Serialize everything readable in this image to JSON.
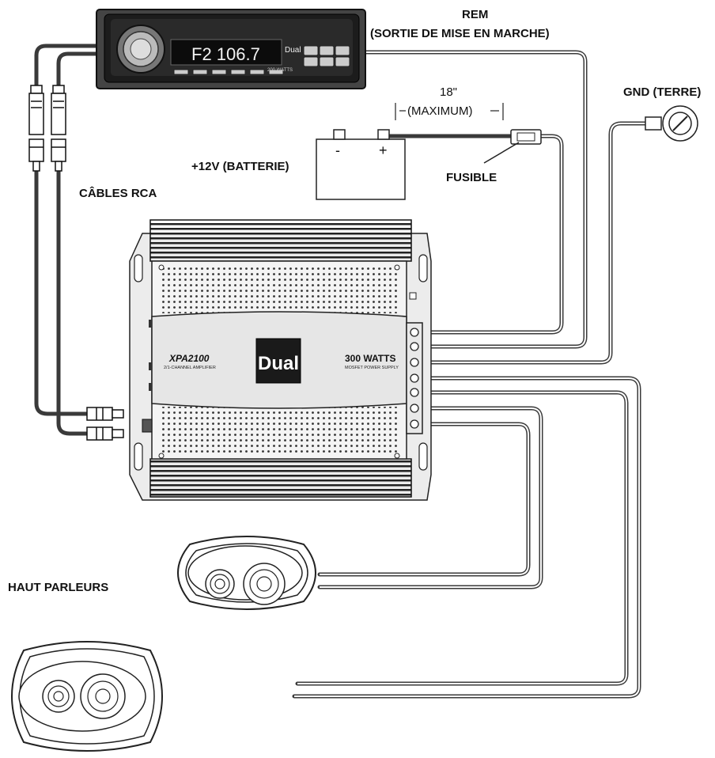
{
  "labels": {
    "rem_title": "REM",
    "rem_subtitle": "(SORTIE DE MISE EN MARCHE)",
    "length": "18\"",
    "maximum": "(MAXIMUM)",
    "gnd": "GND (TERRE)",
    "battery": "+12V (BATTERIE)",
    "fuse": "FUSIBLE",
    "rca": "CÂBLES RCA",
    "speakers": "HAUT PARLEURS"
  },
  "battery_terminals": {
    "minus": "-",
    "plus": "+"
  },
  "amplifier": {
    "brand": "Dual",
    "model": "XPA2100",
    "model_sub": "2/1-CHANNEL AMPLIFIER",
    "power": "300 WATTS",
    "power_sub": "MOSFET POWER SUPPLY"
  },
  "head_unit": {
    "display": "F2 106.7",
    "brand": "Dual",
    "watts": "200 WATTS"
  },
  "colors": {
    "wire": "#3a3a3a",
    "line": "#222222",
    "panel": "#f2f2f2"
  }
}
